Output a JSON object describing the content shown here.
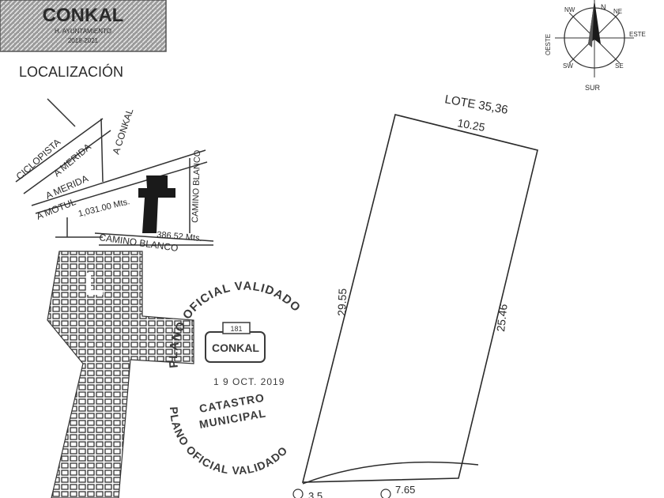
{
  "header_logo": {
    "text": "CONKAL",
    "subtitle": "H. AYUNTAMIENTO",
    "years": "2018-2021"
  },
  "localizacion": {
    "title": "LOCALIZACIÓN",
    "roads": {
      "ciclopista": "CICLOPISTA",
      "a_merida_1": "A MERIDA",
      "a_merida_2": "A MERIDA",
      "a_conkal": "A CONKAL",
      "a_motul": "A MOTUL",
      "camino_blanco_v": "CAMINO BLANCO",
      "camino_blanco_h": "CAMINO BLANCO"
    },
    "distances": {
      "d1": "1,031.00 Mts.",
      "d2": "386.52 Mts."
    }
  },
  "compass": {
    "n": "N",
    "nw": "NW",
    "ne": "NE",
    "e": "ESTE",
    "w": "OESTE",
    "sw": "SW",
    "se": "SE",
    "s": "SUR"
  },
  "lote": {
    "title": "LOTE 35,36",
    "top": "10.25",
    "left": "29.55",
    "right": "25.46",
    "bottom_left": "3.5",
    "bottom_right": "7.65"
  },
  "stamp_upper": {
    "arc": "PLANO OFICIAL VALIDADO",
    "logo": "CONKAL",
    "logo_top": "181",
    "date": "1 9 OCT. 2019"
  },
  "stamp_lower": {
    "line1": "CATASTRO",
    "line2": "MUNICIPAL",
    "arc": "PLANO OFICIAL VALIDADO"
  }
}
